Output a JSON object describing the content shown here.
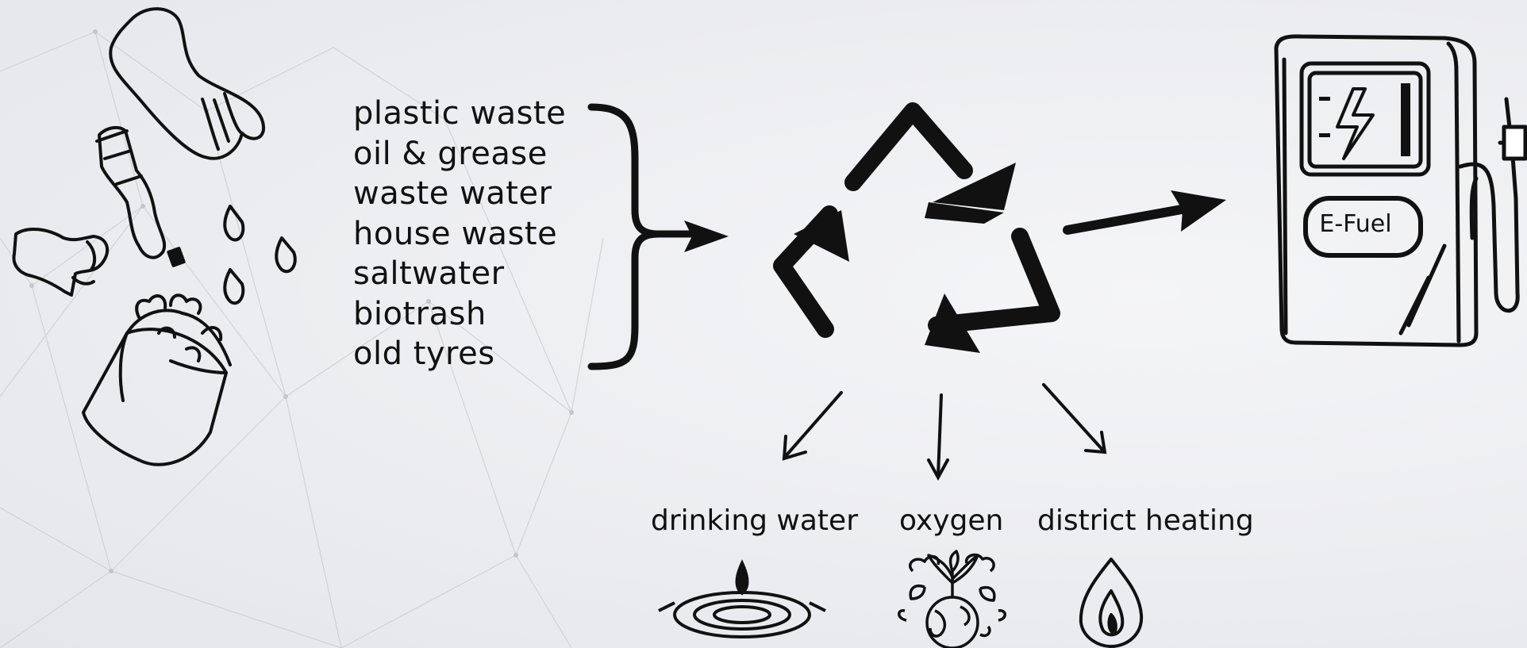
{
  "inputs": {
    "items": [
      "plastic waste",
      "oil & grease",
      "waste water",
      "house waste",
      "saltwater",
      "biotrash",
      "old tyres"
    ]
  },
  "outputs": {
    "drinking_water": "drinking water",
    "oxygen": "oxygen",
    "district_heating": "district heating"
  },
  "fuel_pump": {
    "label": "E-Fuel"
  },
  "colors": {
    "ink": "#111111",
    "background": "#eceef1",
    "network": "#c9ccd2"
  },
  "icons": [
    "bag-icon",
    "bottle-icon",
    "flask-icon",
    "droplet-icon",
    "plant-pot-icon",
    "recycle-icon",
    "fuel-pump-icon",
    "lightning-icon",
    "water-ripple-icon",
    "earth-plants-icon",
    "flame-icon"
  ]
}
